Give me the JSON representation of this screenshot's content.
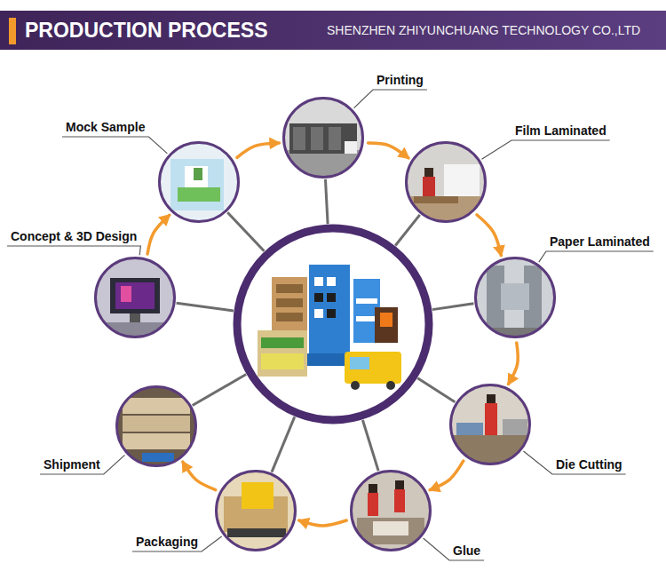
{
  "diagram": {
    "title": "PRODUCTION PROCESS",
    "nodes": [
      {
        "text": [
          "Concept & 3D Design"
        ]
      },
      {
        "text": [
          "Mock Sample"
        ]
      },
      {
        "text": [
          "Printing"
        ]
      },
      {
        "text": [
          "Film Laminated"
        ]
      },
      {
        "text": [
          "Paper Laminated"
        ]
      },
      {
        "text": [
          "Die Cutting"
        ]
      },
      {
        "text": [
          "Glue"
        ]
      },
      {
        "text": [
          "Packaging"
        ]
      },
      {
        "text": [
          "Shipment"
        ]
      }
    ],
    "edges": [
      {
        "from": 0,
        "to": 1,
        "arrow": "to"
      },
      {
        "from": 1,
        "to": 2,
        "arrow": "to"
      },
      {
        "from": 2,
        "to": 3,
        "arrow": "to"
      },
      {
        "from": 3,
        "to": 4,
        "arrow": "to"
      },
      {
        "from": 4,
        "to": 5,
        "arrow": "to"
      },
      {
        "from": 5,
        "to": 6,
        "arrow": "to"
      },
      {
        "from": 6,
        "to": 7,
        "arrow": "to"
      },
      {
        "from": 7,
        "to": 8,
        "arrow": "to"
      }
    ],
    "labels": [
      "SHENZHEN ZHIYUNCHUANG TECHNOLOGY CO.,LTD"
    ]
  }
}
